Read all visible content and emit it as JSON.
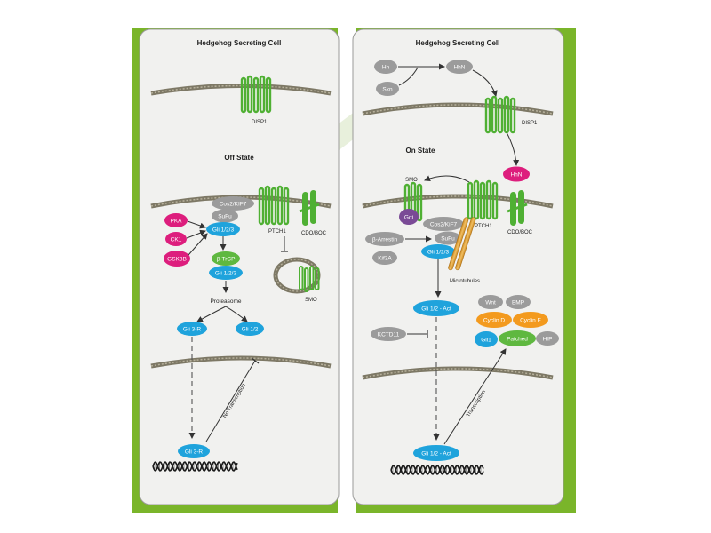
{
  "colors": {
    "background_green": "#7ab52a",
    "panel_fill": "#f1f1ef",
    "panel_border": "#9a9a98",
    "membrane": "#7d7865",
    "gray_node": "#9b9b9b",
    "blue_node": "#1fa3dc",
    "green_node": "#5fb840",
    "magenta_node": "#dd1e7d",
    "purple_node": "#7a4a96",
    "orange_node": "#f39a1e",
    "receptor_green": "#4fb033",
    "microtubule": "#e0a030",
    "text_dark": "#222222",
    "text_white": "#ffffff"
  },
  "off_panel": {
    "title": "Hedgehog Secreting Cell",
    "disp1_label": "DISP1",
    "state_label": "Off State",
    "cos2": "Cos2/KIF7",
    "sufu": "SuFu",
    "gli123_top": "Gli 1/2/3",
    "pka": "PKA",
    "ck1": "CK1",
    "gsk3b": "GSK3B",
    "btrcp": "β-TrCP",
    "gli123_bottom": "Gli 1/2/3",
    "ptch1": "PTCH1",
    "cdo_boc": "CDO/BOC",
    "smo": "SMO",
    "proteasome": "Proteasome",
    "gli3r": "Gli 3-R",
    "gli12": "Gli 1/2",
    "no_transcription": "No Transcription",
    "gli3r_dna": "Gli 3-R"
  },
  "on_panel": {
    "title": "Hedgehog Secreting Cell",
    "hh": "Hh",
    "skn": "Skn",
    "hhn_top": "HhN",
    "disp1_label": "DISP1",
    "state_label": "On State",
    "hhn_bound": "HhN",
    "smo": "SMO",
    "gai": "Gαi",
    "cos2": "Cos2/KiF7",
    "ptch1": "PTCH1",
    "cdo_boc": "CDO/BOC",
    "barrestin": "β-Arrestin",
    "sufu": "SuFu",
    "kif3a": "Kif3A",
    "gli123": "Gli 1/2/3",
    "microtubules": "Microtubules",
    "gli12_act": "Gli 1/2 - Act",
    "kctd11": "KCTD11",
    "wnt": "Wnt",
    "bmp": "BMP",
    "cyclin_d": "Cyclin D",
    "cyclin_e": "Cyclin E",
    "gli1": "Gli1",
    "patched": "Patched",
    "hip": "HIP",
    "transcription": "Transcription",
    "gli12_act_dna": "Gli 1/2 - Act"
  }
}
